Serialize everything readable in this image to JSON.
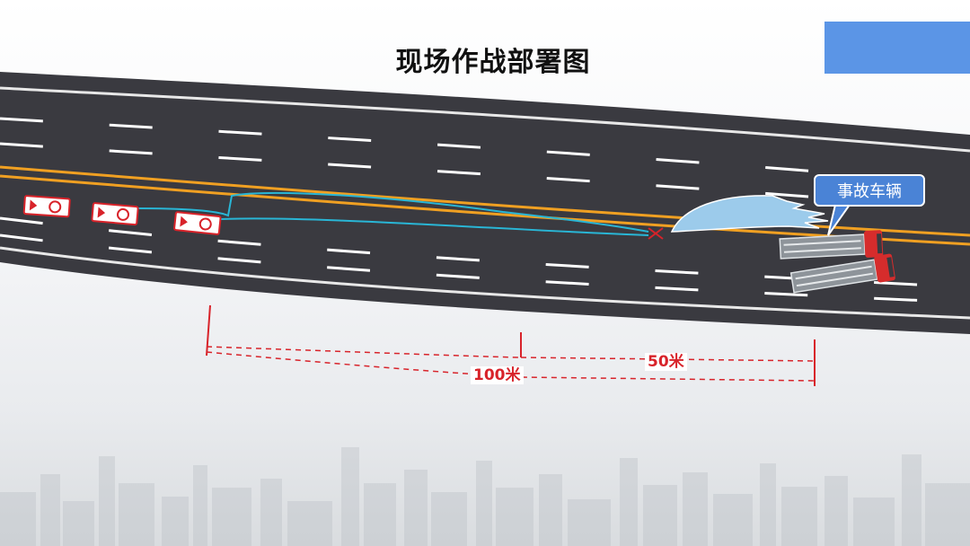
{
  "page": {
    "title": "现场作战部署图"
  },
  "callout": {
    "label": "事故车辆"
  },
  "distances": {
    "near_label": "50米",
    "far_label": "100米"
  },
  "colors": {
    "road": "#3a3a40",
    "center_line": "#f0a022",
    "route_line": "#29b6d6",
    "measure": "#d8232a",
    "accent_box": "#5b95e6",
    "callout_fill": "#4a83d6"
  }
}
